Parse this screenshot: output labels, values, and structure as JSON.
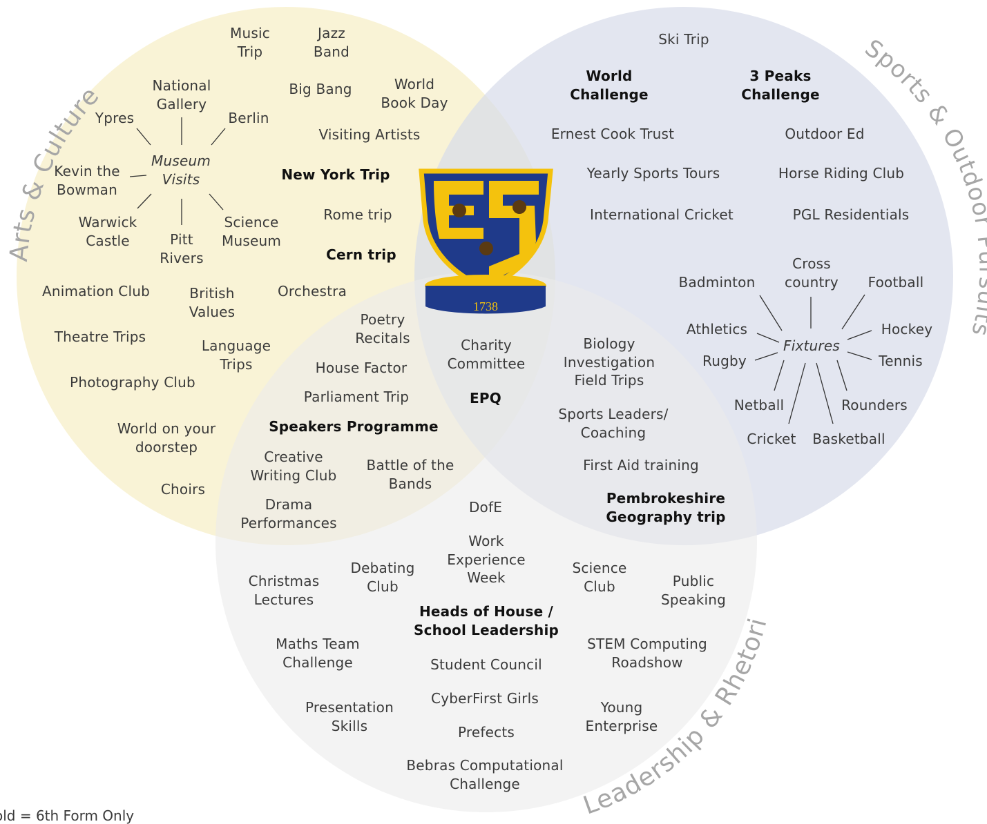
{
  "sets": {
    "arts": {
      "title": "Arts & Culture",
      "color": "#f7efc8"
    },
    "sports": {
      "title": "Sports & Outdoor Pursuits",
      "color": "#d7dbea"
    },
    "leadership": {
      "title": "Leadership & Rhetoric",
      "color": "#ebebeb"
    }
  },
  "crest": {
    "year": "1738",
    "letters": "ES",
    "colors": {
      "blue": "#1f3a8a",
      "gold": "#f4c20d"
    }
  },
  "museum_hub": "Museum\nVisits",
  "fixtures_hub": "Fixtures",
  "labels": {
    "music_trip": "Music\nTrip",
    "jazz_band": "Jazz\nBand",
    "national_gallery": "National\nGallery",
    "big_bang": "Big Bang",
    "world_book_day": "World\nBook Day",
    "ypres": "Ypres",
    "berlin": "Berlin",
    "visiting_artists": "Visiting Artists",
    "kevin_bowman": "Kevin the\nBowman",
    "new_york_trip": "New York Trip",
    "warwick_castle": "Warwick\nCastle",
    "pitt_rivers": "Pitt\nRivers",
    "science_museum": "Science\nMuseum",
    "rome_trip": "Rome trip",
    "cern_trip": "Cern trip",
    "animation_club": "Animation Club",
    "british_values": "British\nValues",
    "orchestra": "Orchestra",
    "theatre_trips": "Theatre Trips",
    "language_trips": "Language\nTrips",
    "photography_club": "Photography Club",
    "world_on_doorstep": "World on your\ndoorstep",
    "choirs": "Choirs",
    "poetry_recitals": "Poetry\nRecitals",
    "house_factor": "House Factor",
    "parliament_trip": "Parliament Trip",
    "speakers_programme": "Speakers Programme",
    "creative_writing": "Creative\nWriting Club",
    "battle_bands": "Battle of the\nBands",
    "drama_performances": "Drama\nPerformances",
    "charity_committee": "Charity\nCommittee",
    "epq": "EPQ",
    "ski_trip": "Ski Trip",
    "world_challenge": "World\nChallenge",
    "three_peaks": "3 Peaks\nChallenge",
    "ernest_cook": "Ernest Cook Trust",
    "outdoor_ed": "Outdoor Ed",
    "sports_tours": "Yearly Sports Tours",
    "horse_riding": "Horse Riding Club",
    "intl_cricket": "International Cricket",
    "pgl": "PGL Residentials",
    "biology_trips": "Biology\nInvestigation\nField Trips",
    "sports_leaders": "Sports Leaders/\nCoaching",
    "first_aid": "First Aid training",
    "pembrokeshire": "Pembrokeshire\nGeography trip",
    "badminton": "Badminton",
    "cross_country": "Cross\ncountry",
    "football": "Football",
    "athletics": "Athletics",
    "hockey": "Hockey",
    "rugby": "Rugby",
    "tennis": "Tennis",
    "netball": "Netball",
    "rounders": "Rounders",
    "cricket": "Cricket",
    "basketball": "Basketball",
    "dofe": "DofE",
    "work_experience": "Work\nExperience\nWeek",
    "christmas_lectures": "Christmas\nLectures",
    "debating_club": "Debating\nClub",
    "science_club": "Science\nClub",
    "public_speaking": "Public\nSpeaking",
    "heads_of_house": "Heads of House /\nSchool Leadership",
    "maths_team": "Maths Team\nChallenge",
    "stem_computing": "STEM Computing\nRoadshow",
    "student_council": "Student Council",
    "cyberfirst": "CyberFirst Girls",
    "presentation_skills": "Presentation\nSkills",
    "young_enterprise": "Young\nEnterprise",
    "prefects": "Prefects",
    "bebras": "Bebras Computational\nChallenge"
  },
  "legend": "old = 6th Form Only"
}
